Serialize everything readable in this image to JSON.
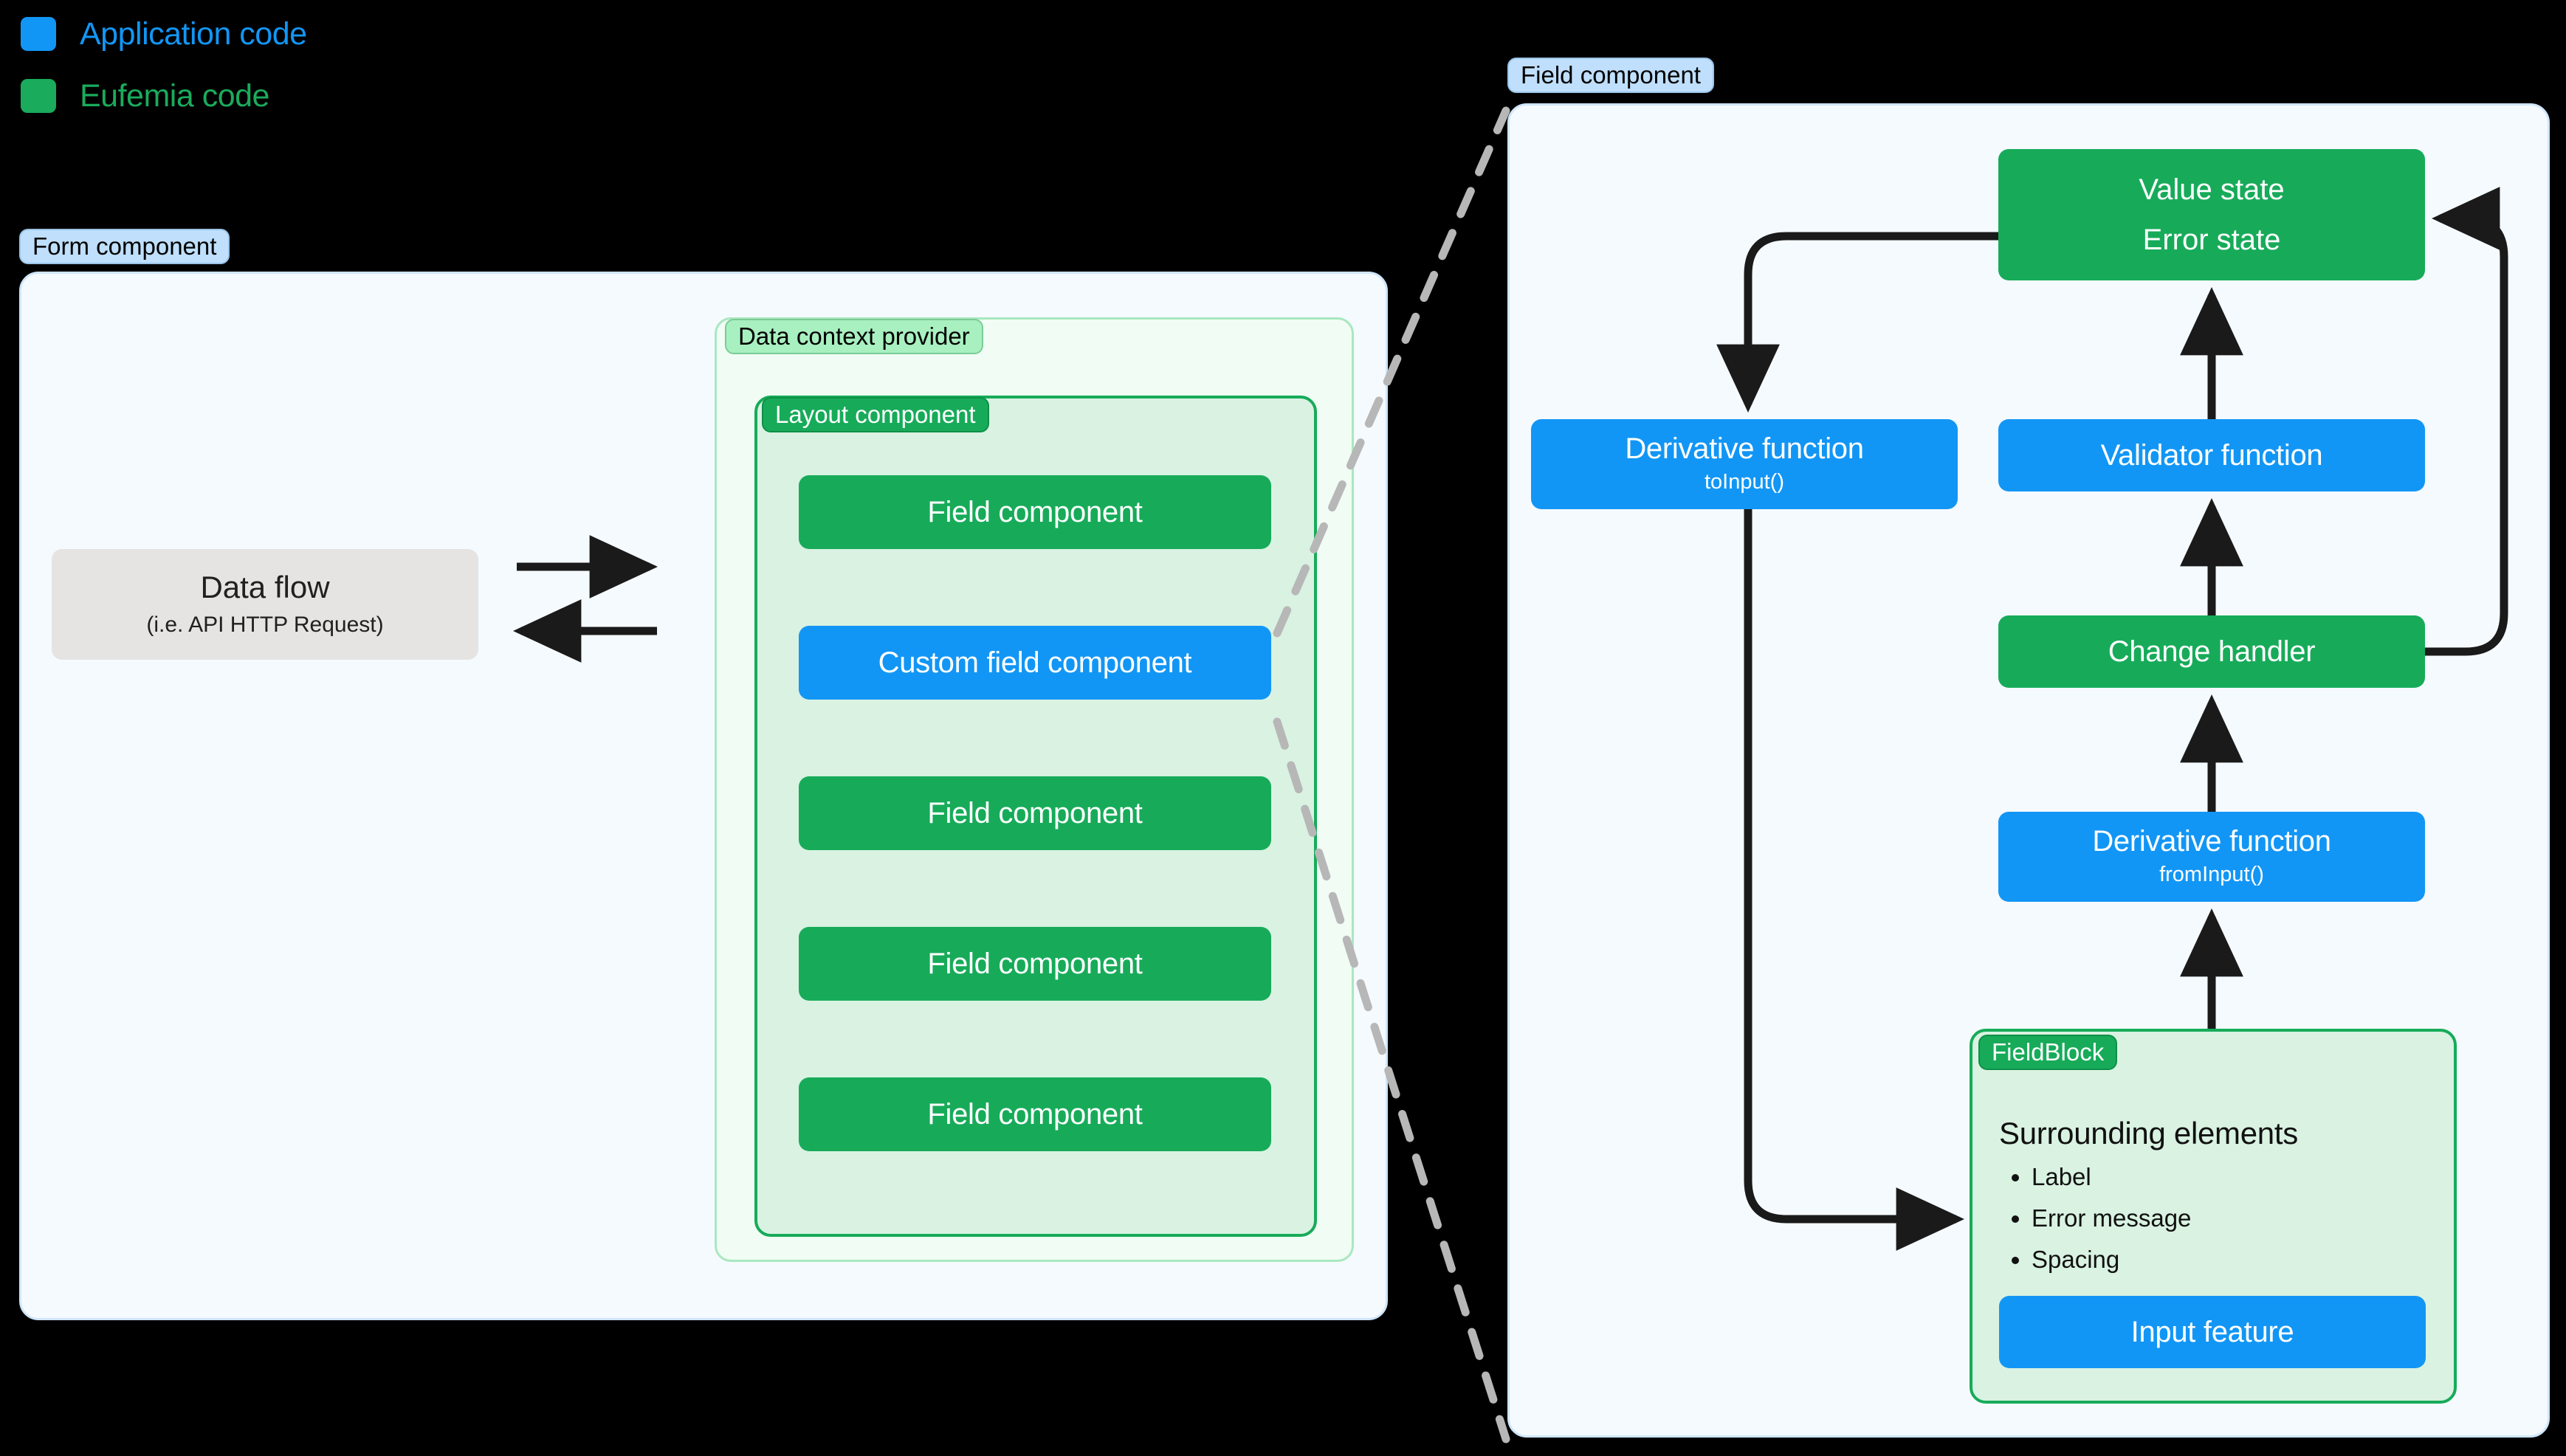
{
  "legend": {
    "items": [
      {
        "label": "Application code",
        "color": "#1296f5"
      },
      {
        "label": "Eufemia code",
        "color": "#1aab5c"
      }
    ]
  },
  "form_panel": {
    "badge": "Form component",
    "data_flow": {
      "title": "Data flow",
      "subtitle": "(i.e. API HTTP Request)"
    },
    "data_context_provider": {
      "badge": "Data context provider",
      "layout_component": {
        "badge": "Layout component",
        "fields": [
          {
            "label": "Field component",
            "kind": "eufemia"
          },
          {
            "label": "Custom field component",
            "kind": "application"
          },
          {
            "label": "Field component",
            "kind": "eufemia"
          },
          {
            "label": "Field component",
            "kind": "eufemia"
          },
          {
            "label": "Field component",
            "kind": "eufemia"
          }
        ]
      }
    }
  },
  "field_panel": {
    "badge": "Field component",
    "nodes": {
      "value_state": {
        "line1": "Value state",
        "line2": "Error state",
        "kind": "eufemia"
      },
      "derivative_to_input": {
        "title": "Derivative function",
        "subtitle": "toInput()",
        "kind": "application"
      },
      "validator": {
        "title": "Validator function",
        "kind": "application"
      },
      "change_handler": {
        "title": "Change handler",
        "kind": "eufemia"
      },
      "derivative_from_input": {
        "title": "Derivative function",
        "subtitle": "fromInput()",
        "kind": "application"
      }
    },
    "field_block": {
      "badge": "FieldBlock",
      "title": "Surrounding elements",
      "items": [
        "Label",
        "Error message",
        "Spacing"
      ],
      "input_feature": {
        "label": "Input feature",
        "kind": "application"
      }
    }
  },
  "colors": {
    "application": "#1296f5",
    "eufemia": "#17ab59",
    "panel_blue_bg": "#f5faff",
    "panel_blue_border": "#cfe6fb",
    "badge_blue_bg": "#bfdffc",
    "panel_green_lite_bg": "#f0fcf4",
    "panel_green_mid_bg": "#d9f2e2",
    "badge_green_lite_bg": "#a8f0c0",
    "data_flow_bg": "#e5e4e3",
    "arrow": "#1a1a1a",
    "dashed": "#b7b7b7",
    "background": "#000000"
  }
}
